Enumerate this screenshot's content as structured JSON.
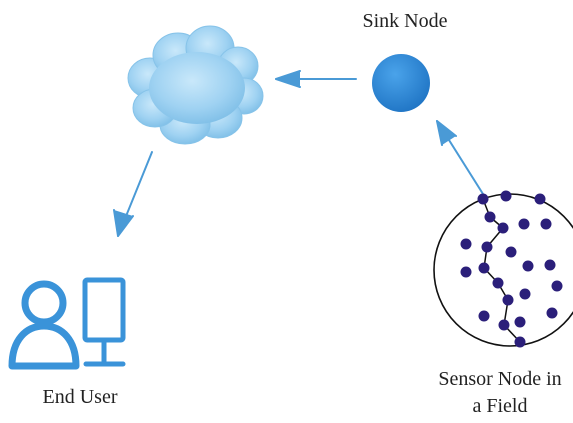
{
  "labels": {
    "sink_node": "Sink Node",
    "end_user": "End User",
    "sensor_field_line1": "Sensor Node in",
    "sensor_field_line2": "a Field"
  },
  "colors": {
    "arrow": "#4a9ad6",
    "sink_node": "#2f86d6",
    "cloud_fill": "#9fd2f2",
    "cloud_edge": "#7fbfe6",
    "user_icon": "#3a93d9",
    "sensor_dot": "#2b1f7a",
    "path_line": "#111111",
    "field_border": "#111111"
  },
  "icons": [
    "cloud-icon",
    "user-icon",
    "monitor-icon",
    "sink-node-icon",
    "sensor-field-icon"
  ]
}
